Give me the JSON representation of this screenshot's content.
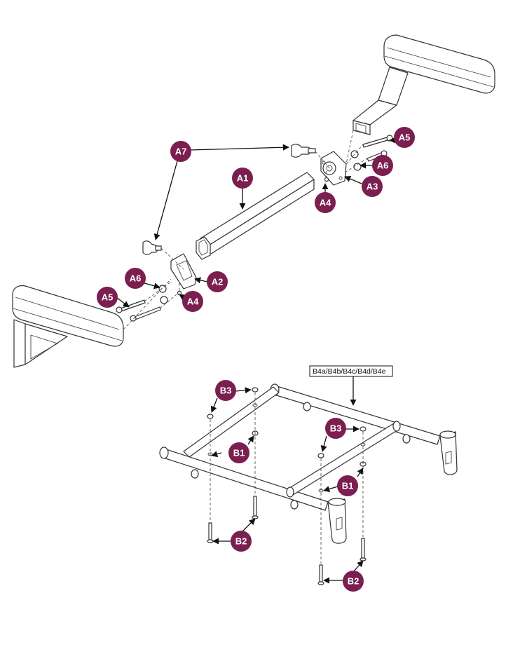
{
  "diagram": {
    "callout_color": "#7a1f4f",
    "callouts": {
      "a7": "A7",
      "a1": "A1",
      "a5_right": "A5",
      "a6_right": "A6",
      "a3": "A3",
      "a4_top": "A4",
      "a2": "A2",
      "a6_left": "A6",
      "a5_left": "A5",
      "a4_bottom": "A4",
      "b3_left": "B3",
      "b3_right": "B3",
      "b1_left": "B1",
      "b1_right": "B1",
      "b2_left": "B2",
      "b2_right": "B2"
    },
    "frame_reference_label": "B4a/B4b/B4c/B4d/B4e"
  }
}
